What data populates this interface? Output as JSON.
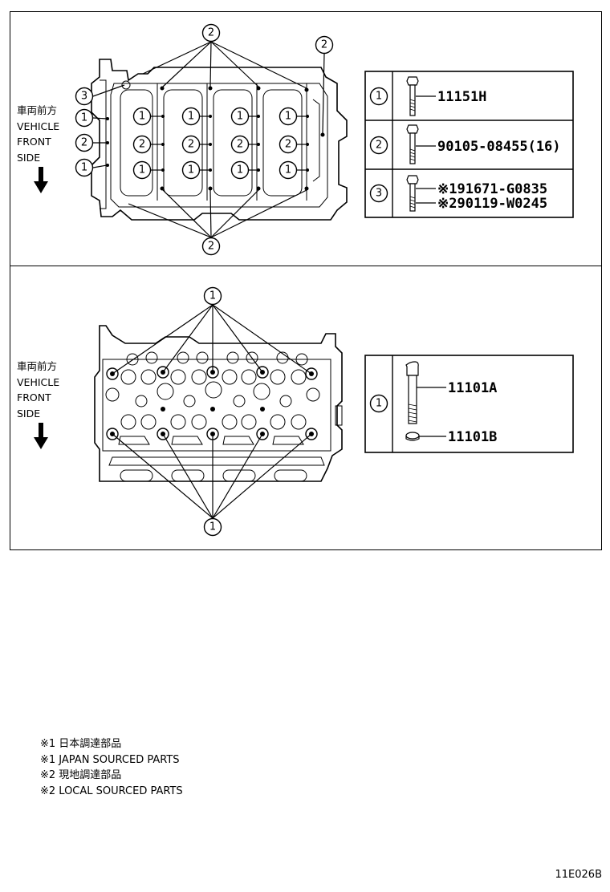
{
  "top_panel": {
    "direction_label": [
      "車両前方",
      "VEHICLE",
      "FRONT",
      "SIDE"
    ],
    "callouts": [
      "1",
      "2",
      "3"
    ],
    "legend": [
      {
        "ref": "1",
        "parts": [
          "11151H"
        ]
      },
      {
        "ref": "2",
        "parts": [
          "90105-08455(16)"
        ]
      },
      {
        "ref": "3",
        "parts": [
          "※191671-G0835",
          "※290119-W0245"
        ]
      }
    ]
  },
  "bottom_panel": {
    "direction_label": [
      "車両前方",
      "VEHICLE",
      "FRONT",
      "SIDE"
    ],
    "callouts": [
      "1"
    ],
    "legend": [
      {
        "ref": "1",
        "parts": [
          "11101A",
          "11101B"
        ]
      }
    ]
  },
  "footnotes": [
    "※1 日本調達部品",
    "※1 JAPAN SOURCED PARTS",
    "※2 現地調達部品",
    "※2 LOCAL SOURCED PARTS"
  ],
  "figure_code": "11E026B",
  "icons": [
    "down-arrow-icon",
    "bolt-icon",
    "washer-icon",
    "numbered-callout-icon"
  ]
}
